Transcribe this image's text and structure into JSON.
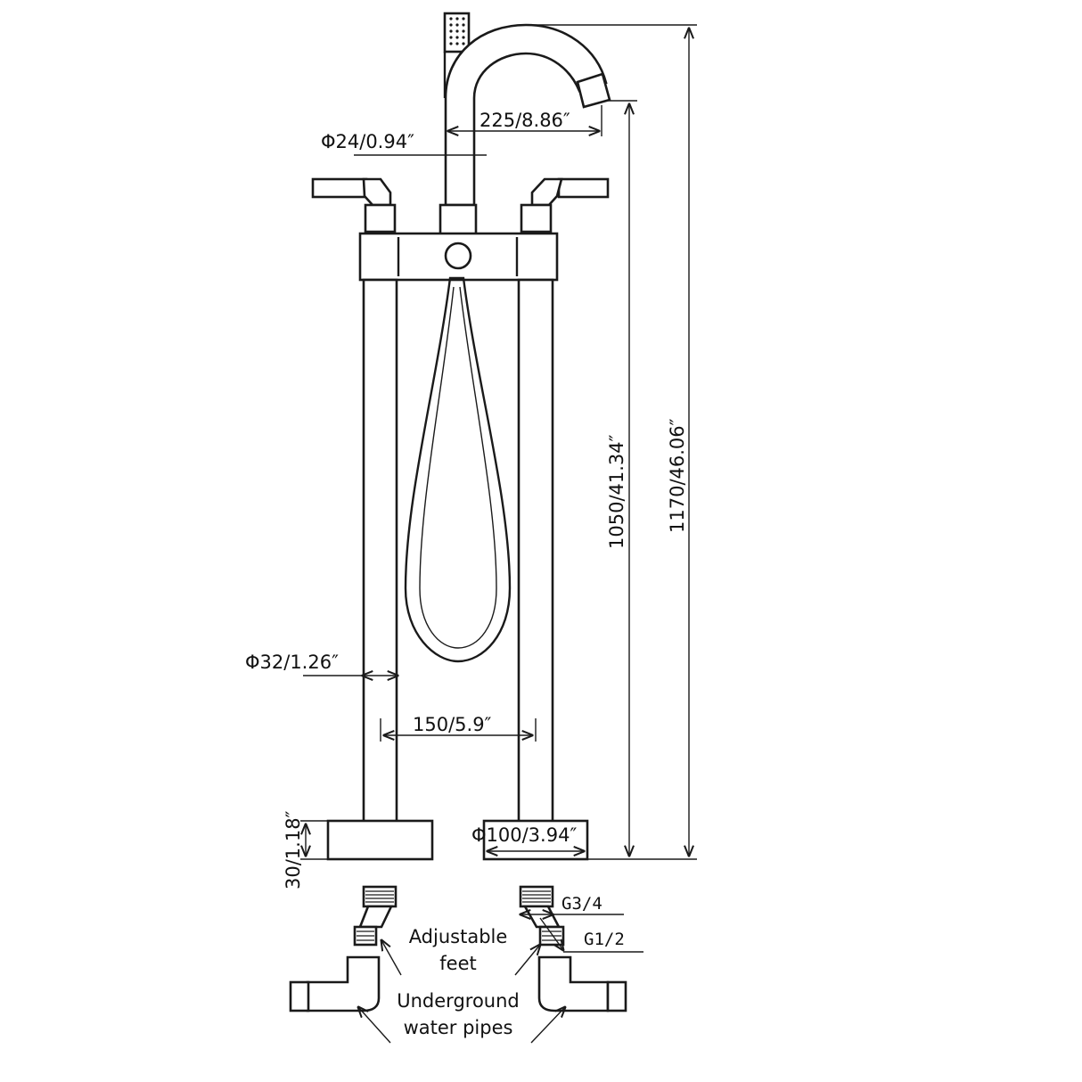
{
  "dimensions": {
    "spout_reach": "225/8.86″",
    "spout_tube_diameter": "Φ24/0.94″",
    "outlet_height": "1050/41.34″",
    "total_height": "1170/46.06″",
    "column_diameter": "Φ32/1.26″",
    "column_spacing": "150/5.9″",
    "base_height": "30/1.18″",
    "base_diameter": "Φ100/3.94″"
  },
  "threads": {
    "upper": "G3/4",
    "lower": "G1/2"
  },
  "notes": {
    "adjustable_feet": [
      "Adjustable",
      "feet"
    ],
    "underground_pipes": [
      "Underground",
      "water pipes"
    ]
  }
}
